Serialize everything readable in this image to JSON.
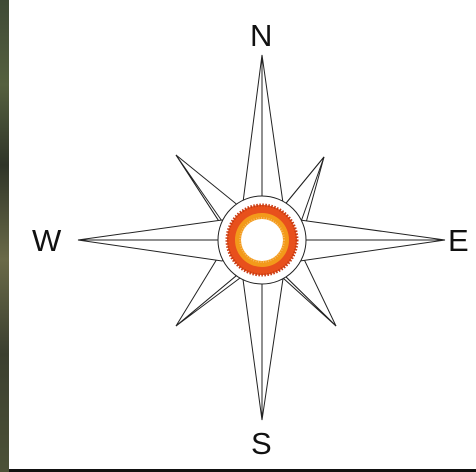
{
  "compass": {
    "labels": {
      "north": "N",
      "south": "S",
      "east": "E",
      "west": "W"
    },
    "center_colors": {
      "outer_ring": "#e8501c",
      "inner_ring": "#f39a1a",
      "core": "#ffffff"
    },
    "background": "#ffffff",
    "stroke": "#222222"
  }
}
